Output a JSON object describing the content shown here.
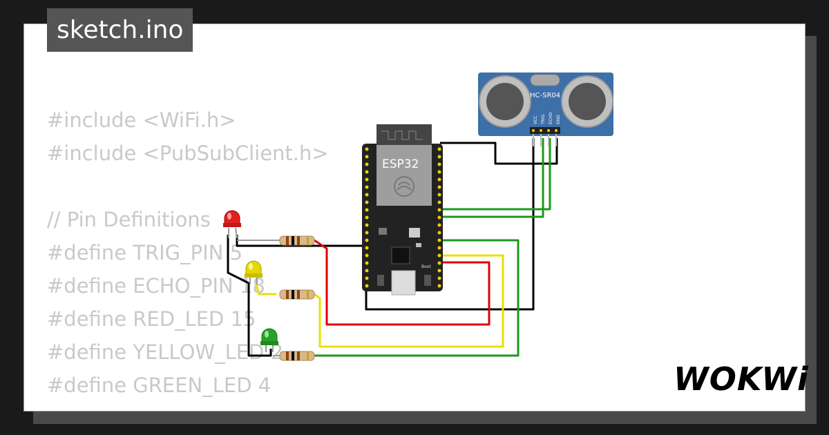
{
  "title": "sketch.ino",
  "code_lines": [
    "#include <WiFi.h>",
    "#include <PubSubClient.h>",
    "",
    "// Pin Definitions",
    "#define TRIG_PIN 5",
    "#define ECHO_PIN 18",
    "#define RED_LED 15",
    "#define YELLOW_LED 2",
    "#define GREEN_LED 4"
  ],
  "board": {
    "label": "ESP32",
    "boot_label": "Boot"
  },
  "sensor": {
    "label": "HC-SR04",
    "pins": [
      "VCC",
      "TRIG",
      "ECHO",
      "GND"
    ]
  },
  "leds": [
    {
      "name": "red-led",
      "color": "#e02020"
    },
    {
      "name": "yellow-led",
      "color": "#e6d800"
    },
    {
      "name": "green-led",
      "color": "#2aa02a"
    }
  ],
  "wire_colors": {
    "black": "#000000",
    "red": "#e00000",
    "yellow": "#e8e000",
    "green": "#1a9a1a"
  },
  "logo": "WOKWi"
}
